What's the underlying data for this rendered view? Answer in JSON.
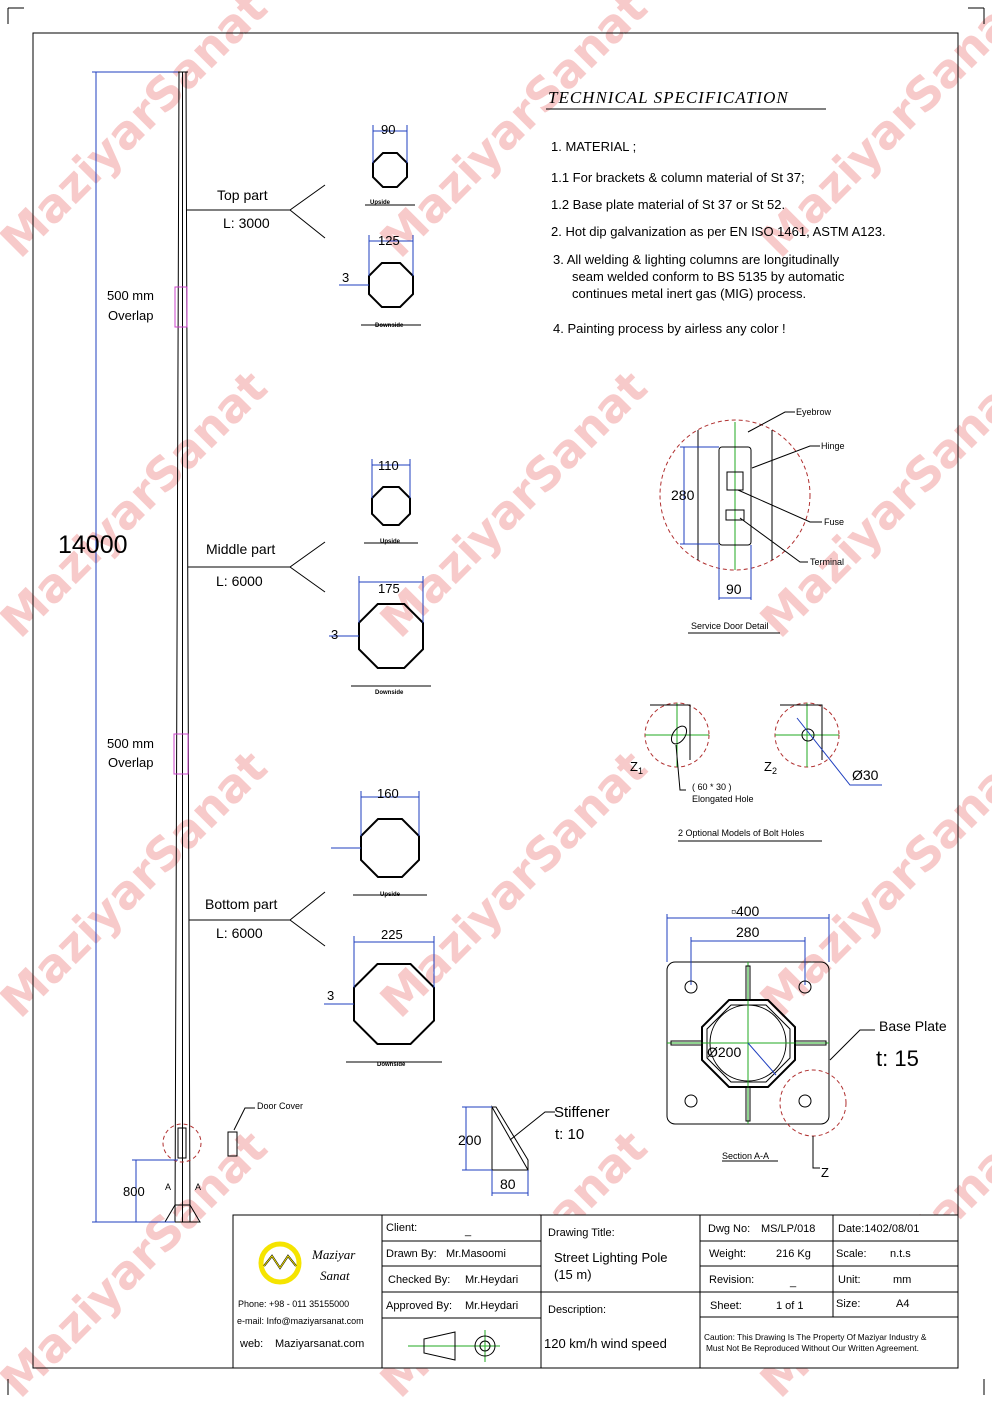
{
  "watermark": "MaziyarSanat",
  "pole": {
    "total_height": "14000",
    "top_part": {
      "name": "Top part",
      "length": "L: 3000"
    },
    "middle_part": {
      "name": "Middle part",
      "length": "L: 6000"
    },
    "bottom_part": {
      "name": "Bottom part",
      "length": "L: 6000"
    },
    "overlap1": {
      "size": "500 mm",
      "label": "Overlap"
    },
    "overlap2": {
      "size": "500 mm",
      "label": "Overlap"
    },
    "door_height": "800",
    "section_mark": "A",
    "door_cover": "Door Cover"
  },
  "sections": {
    "top_up": {
      "dim": "90",
      "label": "Upside"
    },
    "top_down": {
      "dim": "125",
      "thickness": "3",
      "label": "Downside"
    },
    "mid_up": {
      "dim": "110",
      "label": "Upside"
    },
    "mid_down": {
      "dim": "175",
      "thickness": "3",
      "label": "Downside"
    },
    "bot_up": {
      "dim": "160",
      "label": "Upside"
    },
    "bot_down": {
      "dim": "225",
      "thickness": "3",
      "label": "Downside"
    }
  },
  "spec": {
    "title": "TECHNICAL SPECIFICATION",
    "items": [
      "1. MATERIAL ;",
      "1.1  For brackets & column material of St 37;",
      "1.2  Base plate material of St 37 or St 52.",
      "2.  Hot dip galvanization as per EN ISO 1461, ASTM A123.",
      "3.  All welding & lighting columns are longitudinally",
      "seam welded conform to BS 5135 by automatic",
      "continues metal inert gas (MIG) process.",
      "4.  Painting process by airless any color !"
    ]
  },
  "service_door": {
    "title": "Service Door Detail",
    "height": "280",
    "width": "90",
    "labels": {
      "eyebrow": "Eyebrow",
      "hinge": "Hinge",
      "fuse": "Fuse",
      "terminal": "Terminal"
    }
  },
  "bolt_holes": {
    "title": "2 Optional Models of Bolt Holes",
    "z1": "Z",
    "z1_sub": "1",
    "z2": "Z",
    "z2_sub": "2",
    "elongated_size": "( 60 * 30 )",
    "elongated_label": "Elongated Hole",
    "diameter": "Ø30"
  },
  "base_plate": {
    "outer": "▫400",
    "bolt_spacing": "280",
    "diameter": "Ø200",
    "label": "Base Plate",
    "thickness": "t: 15",
    "section": "Section A-A",
    "z": "Z"
  },
  "stiffener": {
    "label": "Stiffener",
    "thickness": "t: 10",
    "height": "200",
    "width": "80"
  },
  "title_block": {
    "company_line1": "Maziyar",
    "company_line2": "Sanat",
    "phone": "Phone: +98 - 011 35155000",
    "email": "e-mail:  Info@maziyarsanat.com",
    "web_label": "web:",
    "web": "Maziyarsanat.com",
    "client_label": "Client:",
    "client": "_",
    "drawn_label": "Drawn By:",
    "drawn": "Mr.Masoomi",
    "checked_label": "Checked By:",
    "checked": "Mr.Heydari",
    "approved_label": "Approved By:",
    "approved": "Mr.Heydari",
    "drawing_title_label": "Drawing Title:",
    "drawing_title_1": "Street Lighting Pole",
    "drawing_title_2": "(15 m)",
    "description_label": "Description:",
    "description": "120 km/h wind speed",
    "dwg_label": "Dwg No:",
    "dwg": "MS/LP/018",
    "date_label": "Date:",
    "date": "1402/08/01",
    "weight_label": "Weight:",
    "weight": "216 Kg",
    "scale_label": "Scale:",
    "scale": "n.t.s",
    "revision_label": "Revision:",
    "revision": "_",
    "unit_label": "Unit:",
    "unit": "mm",
    "sheet_label": "Sheet:",
    "sheet": "1 of 1",
    "size_label": "Size:",
    "size": "A4",
    "caution_1": "Caution: This Drawing Is The Property Of Maziyar Industry &",
    "caution_2": "Must Not Be Reproduced Without Our Written Agreement."
  },
  "colors": {
    "dimension": "#1f3fbf",
    "centerline": "#22aa22",
    "detail_circle": "#b03030",
    "overlap": "#cc44cc",
    "logo": "#f5e400",
    "watermark": "#f2a0a0"
  }
}
